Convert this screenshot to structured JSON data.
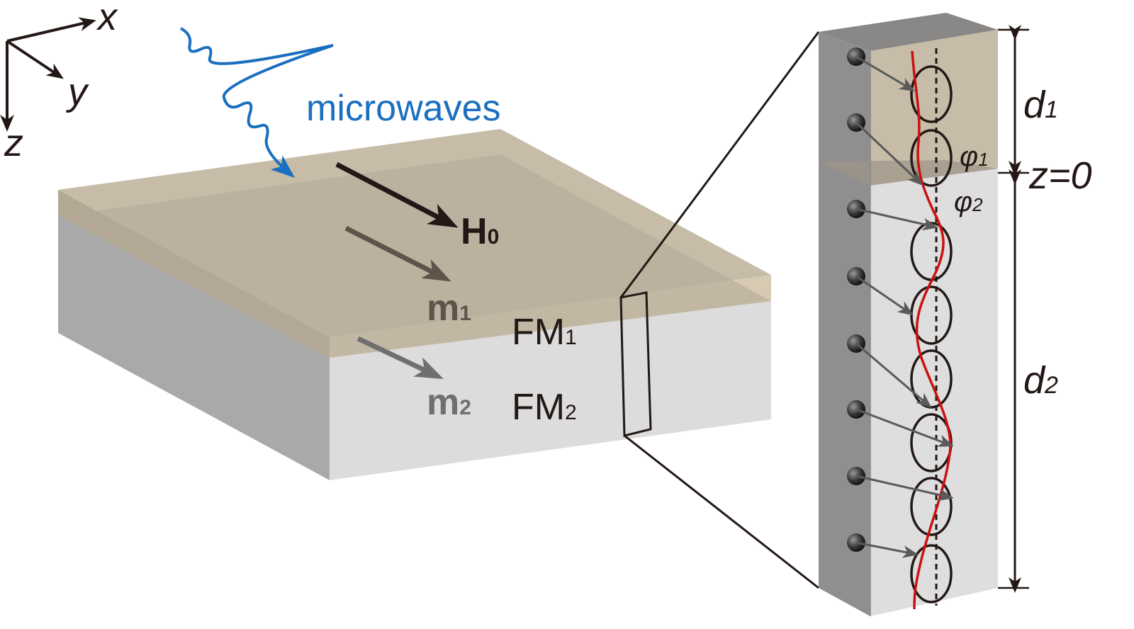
{
  "axes": {
    "x": "x",
    "y": "y",
    "z": "z"
  },
  "labels": {
    "microwaves": "microwaves",
    "field": "H",
    "field_sub": "0",
    "m1": "m",
    "m1_sub": "1",
    "m2": "m",
    "m2_sub": "2",
    "fm1": "FM",
    "fm1_sub": "1",
    "fm2": "FM",
    "fm2_sub": "2",
    "d1": "d",
    "d1_sub": "1",
    "d2": "d",
    "d2_sub": "2",
    "phi1": "φ",
    "phi1_sub": "1",
    "phi2": "φ",
    "phi2_sub": "2",
    "interface": "z=0"
  },
  "colors": {
    "microwave": "#1a6fc0",
    "layer1": "#c2b6a2",
    "layer2": "#d9d9d9",
    "precession_curve": "#cc1111"
  }
}
